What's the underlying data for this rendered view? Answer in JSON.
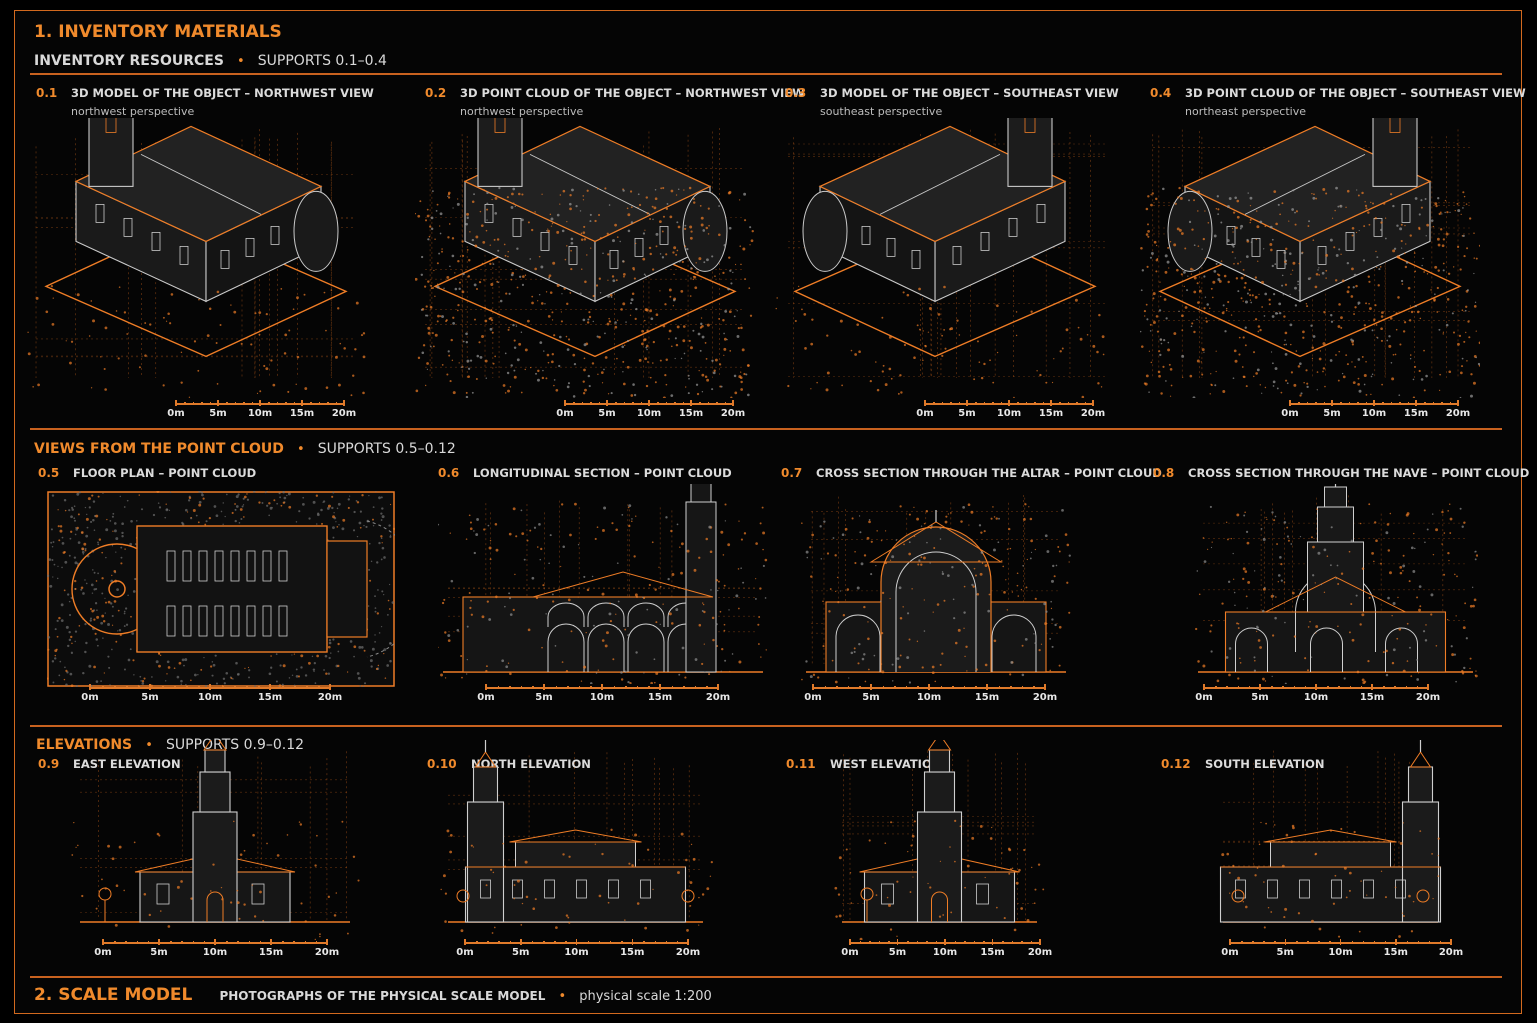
{
  "header": {
    "section1_title": "1.  INVENTORY MATERIALS",
    "resources_label": "INVENTORY RESOURCES",
    "resources_supports": "SUPPORTS 0.1–0.4",
    "bullet": "•"
  },
  "models": [
    {
      "num": "0.1",
      "title": "3D MODEL OF THE OBJECT – NORTHWEST VIEW",
      "subtitle": "northwest perspective",
      "scale": [
        "0m",
        "5m",
        "10m",
        "15m",
        "20m"
      ]
    },
    {
      "num": "0.2",
      "title": "3D POINT CLOUD OF THE OBJECT – NORTHWEST VIEW",
      "subtitle": "northwest perspective",
      "scale": [
        "0m",
        "5m",
        "10m",
        "15m",
        "20m"
      ]
    },
    {
      "num": "0.3",
      "title": "3D MODEL OF THE OBJECT – SOUTHEAST VIEW",
      "subtitle": "southeast perspective",
      "scale": [
        "0m",
        "5m",
        "10m",
        "15m",
        "20m"
      ]
    },
    {
      "num": "0.4",
      "title": "3D POINT CLOUD OF THE OBJECT – SOUTHEAST VIEW",
      "subtitle": "northeast perspective",
      "scale": [
        "0m",
        "5m",
        "10m",
        "15m",
        "20m"
      ]
    }
  ],
  "views_section": {
    "title": "VIEWS FROM THE POINT CLOUD",
    "supports": "SUPPORTS 0.5–0.12"
  },
  "views": [
    {
      "num": "0.5",
      "title": "FLOOR PLAN – POINT CLOUD",
      "scale": [
        "0m",
        "5m",
        "10m",
        "15m",
        "20m"
      ]
    },
    {
      "num": "0.6",
      "title": "LONGITUDINAL SECTION – POINT CLOUD",
      "scale": [
        "0m",
        "5m",
        "10m",
        "15m",
        "20m"
      ]
    },
    {
      "num": "0.7",
      "title": "CROSS SECTION THROUGH THE ALTAR – POINT CLOUD",
      "scale": [
        "0m",
        "5m",
        "10m",
        "15m",
        "20m"
      ]
    },
    {
      "num": "0.8",
      "title": "CROSS SECTION THROUGH THE NAVE – POINT CLOUD",
      "scale": [
        "0m",
        "5m",
        "10m",
        "15m",
        "20m"
      ]
    }
  ],
  "elevations_section": {
    "title": "ELEVATIONS",
    "supports": "SUPPORTS 0.9–0.12"
  },
  "elevations": [
    {
      "num": "0.9",
      "title": "EAST ELEVATION",
      "scale": [
        "0m",
        "5m",
        "10m",
        "15m",
        "20m"
      ]
    },
    {
      "num": "0.10",
      "title": "NORTH ELEVATION",
      "scale": [
        "0m",
        "5m",
        "10m",
        "15m",
        "20m"
      ]
    },
    {
      "num": "0.11",
      "title": "WEST ELEVATION",
      "scale": [
        "0m",
        "5m",
        "10m",
        "15m",
        "20m"
      ]
    },
    {
      "num": "0.12",
      "title": "SOUTH ELEVATION",
      "scale": [
        "0m",
        "5m",
        "10m",
        "15m",
        "20m"
      ]
    }
  ],
  "footer": {
    "section2_title": "2.  SCALE MODEL",
    "description": "PHOTOGRAPHS OF THE PHYSICAL SCALE MODEL",
    "scale_text": "physical scale 1:200"
  },
  "colors": {
    "accent": "#f08a2c",
    "line": "#e07a2a",
    "wire": "#b8b8b8",
    "background": "#050505"
  }
}
